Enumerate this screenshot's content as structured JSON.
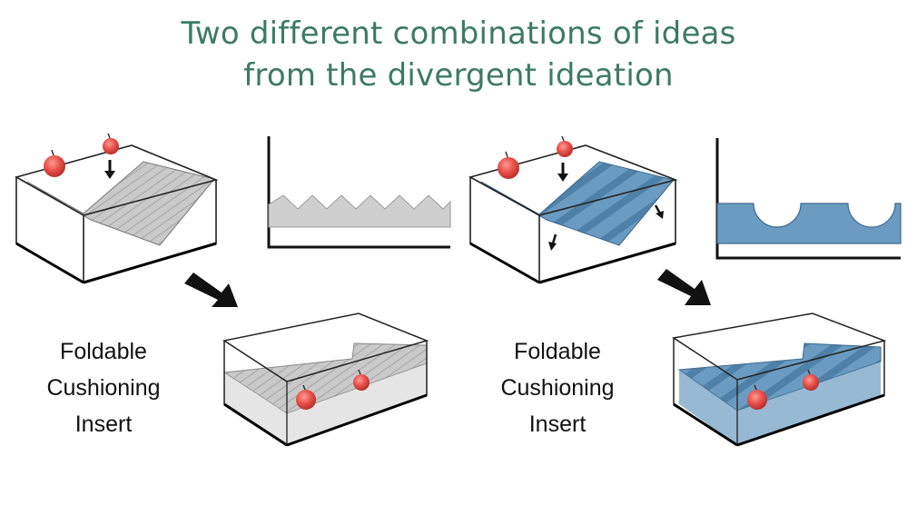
{
  "title": {
    "line1": "Two different combinations of ideas",
    "line2": "from the divergent ideation"
  },
  "left_group": {
    "label_lines": [
      "Foldable",
      "Cushioning",
      "Insert"
    ],
    "insert_color": "#c8c8c8",
    "insert_stroke": "#8a8a8a"
  },
  "right_group": {
    "label_lines": [
      "Foldable",
      "Cushioning",
      "Insert"
    ],
    "insert_color": "#5e8fb5",
    "insert_stroke": "#3d6a8f"
  },
  "colors": {
    "title": "#3d7a66",
    "apple": "#e8504a",
    "arrow": "#111111"
  },
  "icons": [
    "apple-icon",
    "down-arrow-icon",
    "big-arrow-icon"
  ]
}
